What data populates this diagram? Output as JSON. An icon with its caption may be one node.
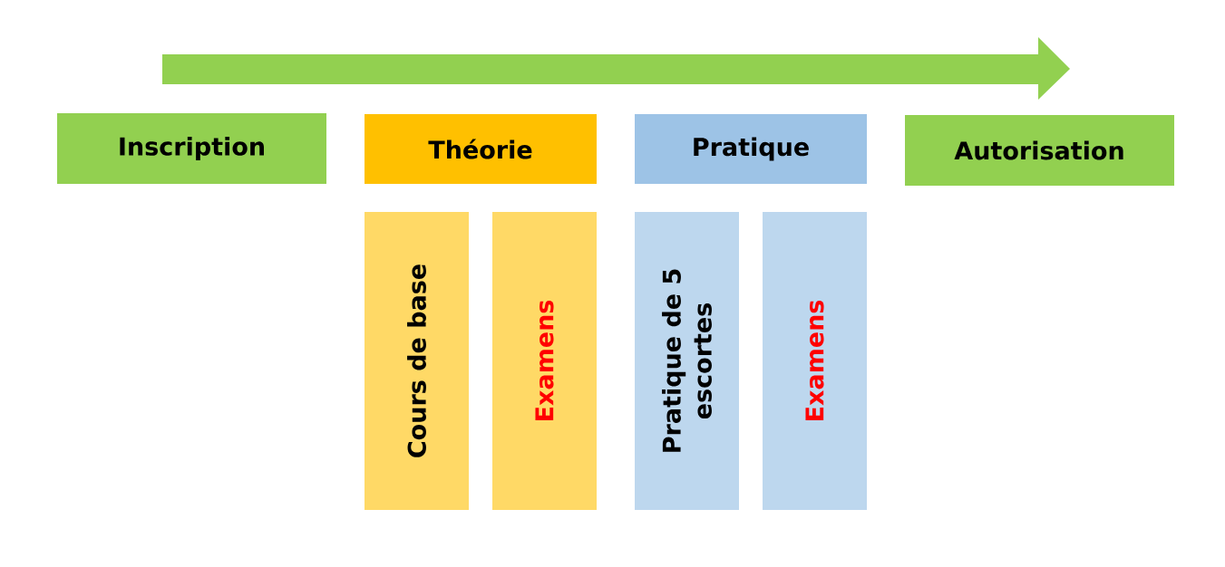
{
  "diagram": {
    "nodes": [
      {
        "text": [
          "Inscription"
        ]
      },
      {
        "text": [
          "Théorie"
        ]
      },
      {
        "text": [
          "Pratique"
        ]
      },
      {
        "text": [
          "Autorisation"
        ]
      },
      {
        "text": [
          "Cours de base"
        ]
      },
      {
        "text": [
          "Examens"
        ]
      },
      {
        "text": [
          "Pratique de 5 escortes"
        ]
      },
      {
        "text": [
          "Examens"
        ]
      }
    ]
  }
}
